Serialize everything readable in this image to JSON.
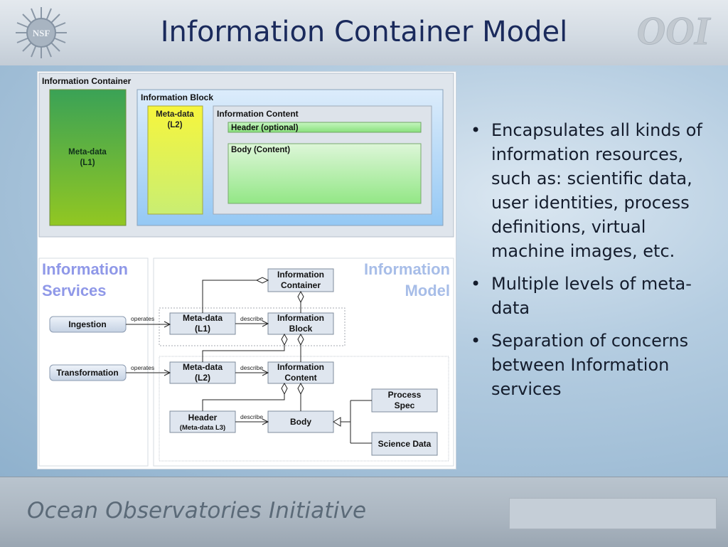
{
  "slide": {
    "title": "Information Container Model",
    "footer": "Ocean Observatories Initiative"
  },
  "logos": {
    "nsf_text": "NSF",
    "ooi_text": "OOI"
  },
  "container_diagram": {
    "container_label": "Information Container",
    "meta_l1": [
      "Meta-data",
      "(L1)"
    ],
    "block_label": "Information Block",
    "meta_l2": [
      "Meta-data",
      "(L2)"
    ],
    "content_label": "Information Content",
    "header_label": "Header (optional)",
    "body_label": "Body (Content)"
  },
  "uml_diagram": {
    "services_title": [
      "Information",
      "Services"
    ],
    "model_title": [
      "Information",
      "Model"
    ],
    "ingestion": "Ingestion",
    "transformation": "Transformation",
    "operates": "operates",
    "describe": "describe",
    "info_container": [
      "Information",
      "Container"
    ],
    "meta_l1": [
      "Meta-data",
      "(L1)"
    ],
    "info_block": [
      "Information",
      "Block"
    ],
    "meta_l2": [
      "Meta-data",
      "(L2)"
    ],
    "info_content": [
      "Information",
      "Content"
    ],
    "header": [
      "Header",
      "(Meta-data L3)"
    ],
    "body": "Body",
    "process_spec": [
      "Process",
      "Spec"
    ],
    "science_data": "Science Data"
  },
  "bullets": [
    "Encapsulates all kinds of information resources, such as: scientific data, user identities, process definitions, virtual machine images, etc.",
    "Multiple levels of meta-data",
    "Separation of concerns between Information services"
  ],
  "colors": {
    "title": "#1a2a5c",
    "accent_label": "#8f98e8",
    "meta_l1_green": "#66b840",
    "meta_l2_yellow": "#eef35a",
    "block_blue": "#a9d3f7",
    "body_green": "#a7ee9a"
  }
}
